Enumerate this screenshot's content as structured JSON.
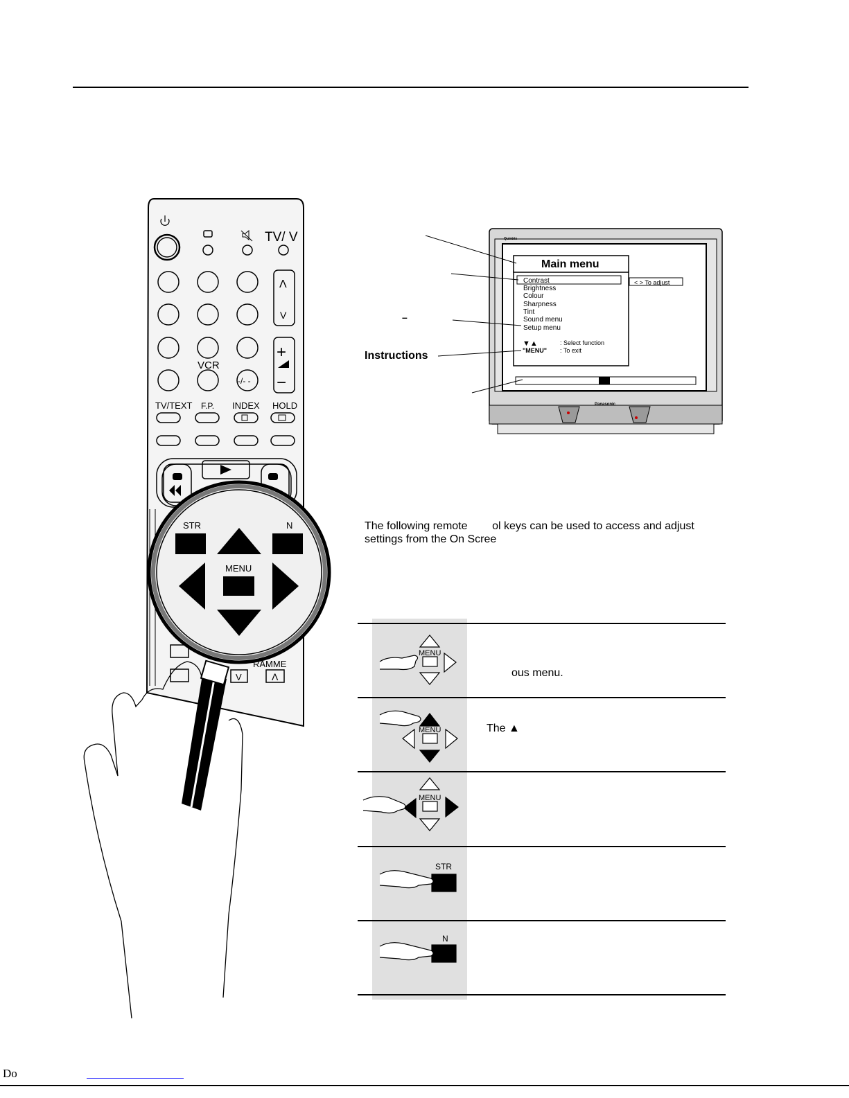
{
  "remote": {
    "tv_v_label": "TV/  V",
    "vcr_label": "VCR",
    "dash_key": "-/- -",
    "ch_up": "Λ",
    "ch_down": "V",
    "vol_plus": "+",
    "vol_minus": "−",
    "tv_text": "TV/TEXT",
    "fp": "F.P.",
    "index": "INDEX",
    "hold": "HOLD",
    "lens_str": "STR",
    "lens_n": "N",
    "lens_menu": "MENU",
    "programme_partial": "RAMME",
    "prog_down": "V",
    "prog_up": "Λ"
  },
  "tv": {
    "brand_top": "Quintrix",
    "brand_bottom": "Panasonic",
    "menu_title": "Main menu",
    "menu_items": [
      "Contrast",
      "Brightness",
      "Colour",
      "Sharpness",
      "Tint",
      "Sound menu",
      "Setup menu"
    ],
    "adjust_hint": "< > To adjust",
    "help_select_keys": "▼▲",
    "help_select_text": ": Select function",
    "help_exit_key": "\"MENU\"",
    "help_exit_text": ": To exit"
  },
  "callouts": {
    "dash_mark": "–",
    "instructions": "Instructions"
  },
  "intro": {
    "line1": "The following remote        ol keys can be used to access and adjust",
    "line2": "settings from the On Scree"
  },
  "key_table": {
    "row1_text": "ous menu.",
    "row2_text": "The ▲",
    "menu_label": "MENU",
    "str_label": "STR",
    "n_label": "N"
  },
  "footer": {
    "label": "Do"
  }
}
